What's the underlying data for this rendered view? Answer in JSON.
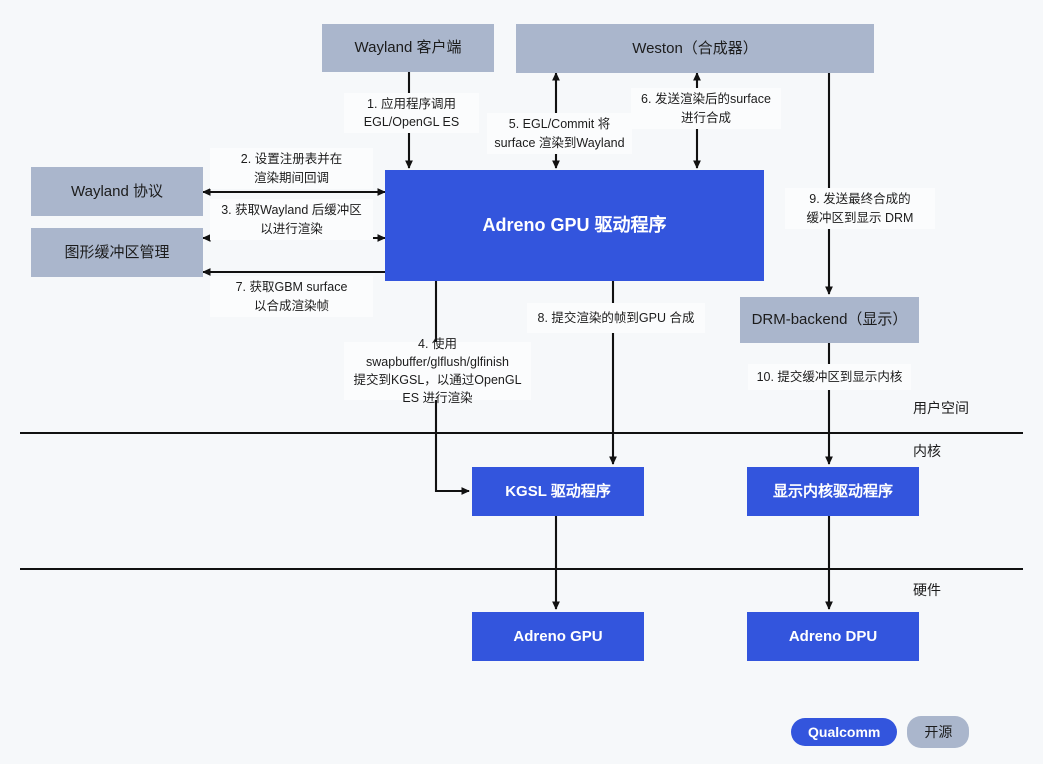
{
  "diagram": {
    "title_present": false,
    "colors": {
      "background": "#f6f8fa",
      "qualcomm_blue": "#3355dd",
      "opensource_gray": "#aab6cc",
      "line": "#111111",
      "label_bg": "#fbfcfd"
    },
    "nodes": [
      {
        "id": "wayland-client",
        "label": "Wayland 客户端",
        "kind": "gray"
      },
      {
        "id": "weston",
        "label": "Weston（合成器）",
        "kind": "gray"
      },
      {
        "id": "wayland-protocol",
        "label": "Wayland 协议",
        "kind": "gray"
      },
      {
        "id": "graphics-buffer-mgmt",
        "label": "图形缓冲区管理",
        "kind": "gray"
      },
      {
        "id": "adreno-gpu-driver",
        "label": "Adreno GPU 驱动程序",
        "kind": "blue"
      },
      {
        "id": "drm-backend",
        "label": "DRM-backend（显示）",
        "kind": "gray"
      },
      {
        "id": "kgsl-driver",
        "label": "KGSL 驱动程序",
        "kind": "blue"
      },
      {
        "id": "display-kernel-driver",
        "label": "显示内核驱动程序",
        "kind": "blue"
      },
      {
        "id": "adreno-gpu",
        "label": "Adreno GPU",
        "kind": "blue"
      },
      {
        "id": "adreno-dpu",
        "label": "Adreno DPU",
        "kind": "blue"
      }
    ],
    "edge_labels": [
      {
        "id": "step-1",
        "text": "1. 应用程序调用\nEGL/OpenGL ES"
      },
      {
        "id": "step-2",
        "text": "2. 设置注册表并在\n渲染期间回调"
      },
      {
        "id": "step-3",
        "text": "3. 获取Wayland 后缓冲区\n以进行渲染"
      },
      {
        "id": "step-4",
        "text": "4. 使用swapbuffer/glflush/glfinish\n提交到KGSL，以通过OpenGL\nES 进行渲染"
      },
      {
        "id": "step-5",
        "text": "5. EGL/Commit 将\nsurface 渲染到Wayland"
      },
      {
        "id": "step-6",
        "text": "6. 发送渲染后的surface\n进行合成"
      },
      {
        "id": "step-7",
        "text": "7. 获取GBM surface\n以合成渲染帧"
      },
      {
        "id": "step-8",
        "text": "8. 提交渲染的帧到GPU 合成"
      },
      {
        "id": "step-9",
        "text": "9. 发送最终合成的\n缓冲区到显示 DRM"
      },
      {
        "id": "step-10",
        "text": "10. 提交缓冲区到显示内核"
      }
    ],
    "layers": [
      {
        "id": "userspace",
        "label": "用户空间"
      },
      {
        "id": "kernel",
        "label": "内核"
      },
      {
        "id": "hardware",
        "label": "硬件"
      }
    ],
    "legend": [
      {
        "id": "qualcomm",
        "label": "Qualcomm",
        "color": "#3355dd"
      },
      {
        "id": "opensource",
        "label": "开源",
        "color": "#aab6cc"
      }
    ]
  }
}
